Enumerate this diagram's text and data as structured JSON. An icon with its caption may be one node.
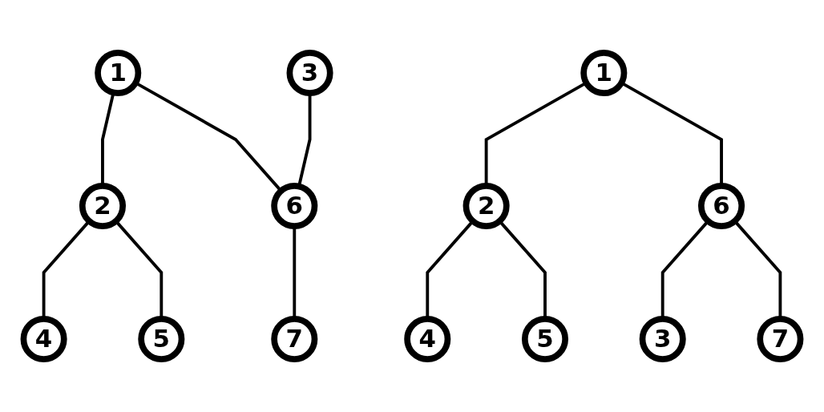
{
  "diagram": {
    "nodes": [
      {
        "text": [
          "1"
        ]
      },
      {
        "text": [
          "2"
        ]
      },
      {
        "text": [
          "3"
        ]
      },
      {
        "text": [
          "4"
        ]
      },
      {
        "text": [
          "5"
        ]
      },
      {
        "text": [
          "6"
        ]
      },
      {
        "text": [
          "7"
        ]
      },
      {
        "text": [
          "1"
        ]
      },
      {
        "text": [
          "2"
        ]
      },
      {
        "text": [
          "6"
        ]
      },
      {
        "text": [
          "4"
        ]
      },
      {
        "text": [
          "5"
        ]
      },
      {
        "text": [
          "3"
        ]
      },
      {
        "text": [
          "7"
        ]
      }
    ],
    "edges": [
      {
        "from": 0,
        "to": 1,
        "arrow": "none"
      },
      {
        "from": 0,
        "to": 5,
        "arrow": "none"
      },
      {
        "from": 1,
        "to": 3,
        "arrow": "none"
      },
      {
        "from": 1,
        "to": 4,
        "arrow": "none"
      },
      {
        "from": 2,
        "to": 5,
        "arrow": "none"
      },
      {
        "from": 5,
        "to": 6,
        "arrow": "none"
      },
      {
        "from": 7,
        "to": 8,
        "arrow": "none"
      },
      {
        "from": 7,
        "to": 9,
        "arrow": "none"
      },
      {
        "from": 8,
        "to": 10,
        "arrow": "none"
      },
      {
        "from": 8,
        "to": 11,
        "arrow": "none"
      },
      {
        "from": 9,
        "to": 12,
        "arrow": "none"
      },
      {
        "from": 9,
        "to": 13,
        "arrow": "none"
      }
    ]
  }
}
